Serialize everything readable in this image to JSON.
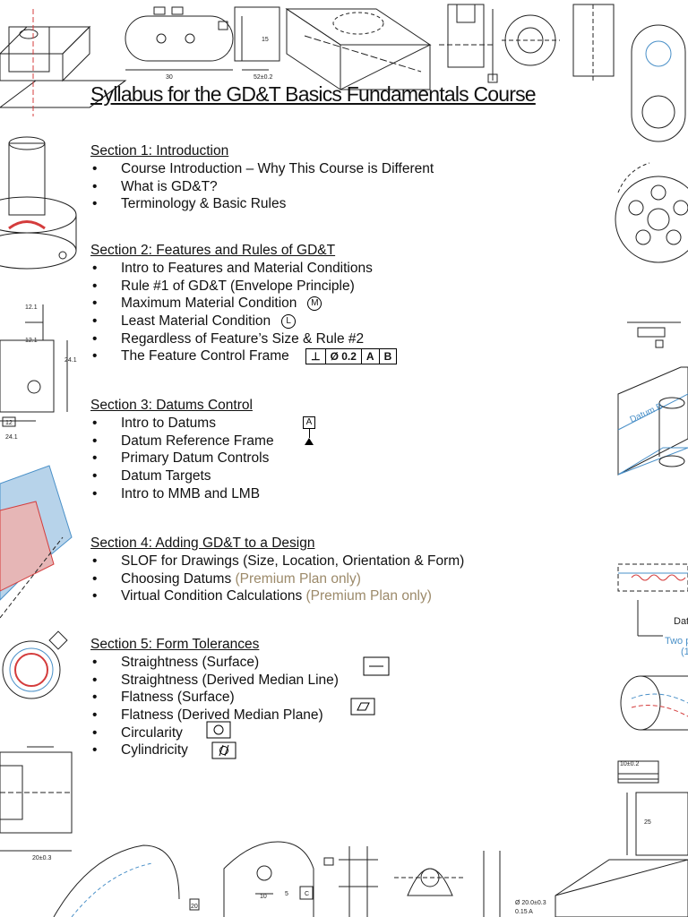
{
  "title": "Syllabus for the GD&T Basics Fundamentals Course",
  "sections": [
    {
      "title": "Section 1: Introduction",
      "items": [
        {
          "text": "Course Introduction – Why This Course is Different"
        },
        {
          "text": "What is GD&T?"
        },
        {
          "text": "Terminology & Basic Rules"
        }
      ]
    },
    {
      "title": "Section 2: Features and Rules of GD&T",
      "items": [
        {
          "text": "Intro to Features and Material Conditions"
        },
        {
          "text": "Rule #1 of GD&T (Envelope Principle)"
        },
        {
          "text": "Maximum Material Condition",
          "symbol": "M"
        },
        {
          "text": "Least Material Condition",
          "symbol": "L"
        },
        {
          "text": "Regardless of Feature’s Size & Rule #2"
        },
        {
          "text": "The Feature Control Frame",
          "fcf": [
            "⊥",
            "Ø 0.2",
            "A",
            "B"
          ]
        }
      ]
    },
    {
      "title": "Section 3: Datums Control",
      "items": [
        {
          "text": "Intro to Datums",
          "datum_label": "A"
        },
        {
          "text": "Datum Reference Frame"
        },
        {
          "text": "Primary Datum Controls"
        },
        {
          "text": "Datum Targets"
        },
        {
          "text": "Intro to MMB and LMB"
        }
      ]
    },
    {
      "title": "Section 4: Adding GD&T to a Design",
      "items": [
        {
          "text": "SLOF for Drawings (Size, Location, Orientation & Form)"
        },
        {
          "text": "Choosing Datums",
          "note": "(Premium Plan only)"
        },
        {
          "text": "Virtual Condition Calculations",
          "note": "(Premium Plan only)"
        }
      ]
    },
    {
      "title": "Section 5: Form Tolerances",
      "items": [
        {
          "text": "Straightness (Surface)"
        },
        {
          "text": "Straightness (Derived Median Line)",
          "icon": "straightness-icon"
        },
        {
          "text": "Flatness (Surface)"
        },
        {
          "text": "Flatness (Derived Median Plane)",
          "icon": "flatness-icon"
        },
        {
          "text": "Circularity",
          "icon": "circularity-icon"
        },
        {
          "text": "Cylindricity",
          "icon": "cylindricity-icon"
        }
      ]
    }
  ],
  "bullet": "•",
  "colors": {
    "premium": "#9c8a6a",
    "drawing_blue": "#4a90c8",
    "drawing_red": "#d43c3c"
  },
  "drawing_labels": {
    "dim_30": "30",
    "dim_52": "52±0.2",
    "dim_15": "15",
    "dim_121a": "12.1",
    "dim_121b": "12.1",
    "dim_241": "24.1",
    "dim_12": "12",
    "dim_241b": "24.1",
    "dim_20": "20±0.3",
    "dim_10": "10",
    "dim_5": "5",
    "dim_20b": "20",
    "dim_10b": "10±0.2",
    "dim_25": "25",
    "datum_b": "Datum B",
    "dat_trunc": "Dat",
    "two_trunc": "Two p",
    "paren_trunc": "(1",
    "dia_bottom": "Ø 20.0±0.3",
    "dia_bottom2": "0.15 A",
    "c_label": "C"
  }
}
